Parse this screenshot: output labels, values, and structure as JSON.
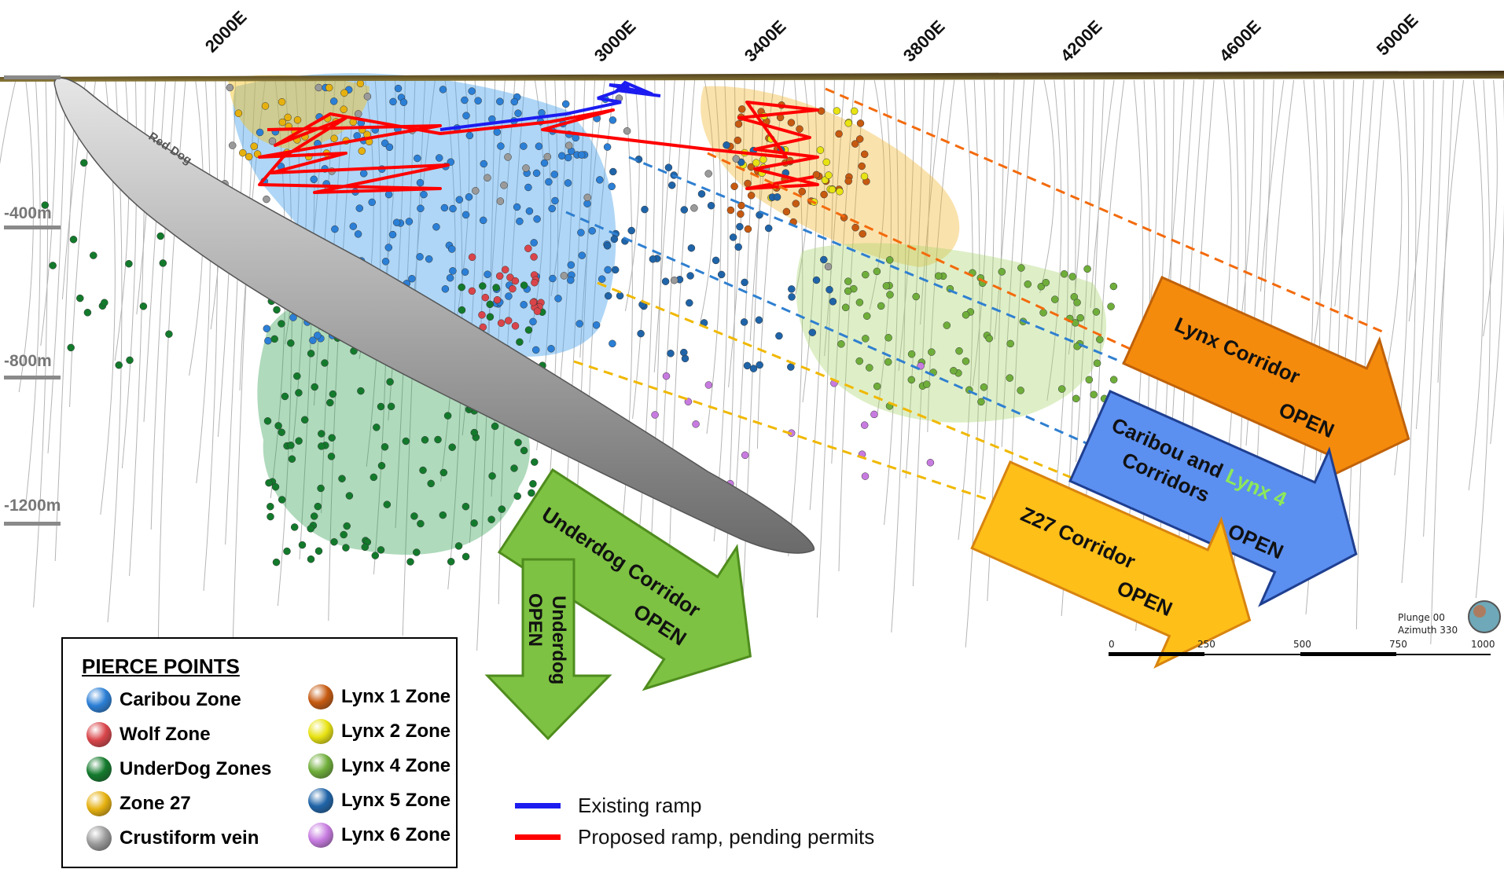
{
  "eastings": [
    "2000E",
    "3000E",
    "3400E",
    "3800E",
    "4200E",
    "4600E",
    "5000E"
  ],
  "depths": [
    "-400m",
    "-800m",
    "-1200m"
  ],
  "labels": {
    "red_dog": "Red Dog"
  },
  "corridors": {
    "lynx": {
      "line1": "Lynx Corridor",
      "open": "OPEN",
      "color": "#f58b0c"
    },
    "caribou": {
      "line1a": "Caribou and ",
      "line1b": "Lynx 4",
      "line2": "Corridors",
      "open": "OPEN",
      "color": "#5b8ff0"
    },
    "z27": {
      "line1": "Z27 Corridor",
      "open": "OPEN",
      "color": "#ffbf19"
    },
    "underdog": {
      "line1": "Underdog Corridor",
      "open": "OPEN",
      "color": "#7dc242"
    },
    "underdog_down": {
      "line1": "Underdog",
      "open": "OPEN",
      "color": "#7dc242"
    }
  },
  "orientation": {
    "plunge": "Plunge 00",
    "azimuth": "Azimuth 330"
  },
  "scale_bar": [
    "0",
    "250",
    "500",
    "750",
    "1000"
  ],
  "legend": {
    "title": "PIERCE POINTS",
    "items": [
      {
        "label": "Caribou Zone",
        "color": "#2b7fd6"
      },
      {
        "label": "Wolf Zone",
        "color": "#d9454a"
      },
      {
        "label": "UnderDog Zones",
        "color": "#137a2c"
      },
      {
        "label": "Zone 27",
        "color": "#e6b10f"
      },
      {
        "label": "Crustiform vein",
        "color": "#9a9a9a"
      },
      {
        "label": "Lynx 1 Zone",
        "color": "#c65a10"
      },
      {
        "label": "Lynx 2 Zone",
        "color": "#e8e312"
      },
      {
        "label": "Lynx 4 Zone",
        "color": "#6fae3a"
      },
      {
        "label": "Lynx 5 Zone",
        "color": "#1f64a8"
      },
      {
        "label": "Lynx 6 Zone",
        "color": "#c77be0"
      }
    ]
  },
  "ramps": [
    {
      "label": "Existing ramp",
      "color": "#1c1cf0"
    },
    {
      "label": "Proposed ramp, pending permits",
      "color": "#ff0000"
    }
  ]
}
